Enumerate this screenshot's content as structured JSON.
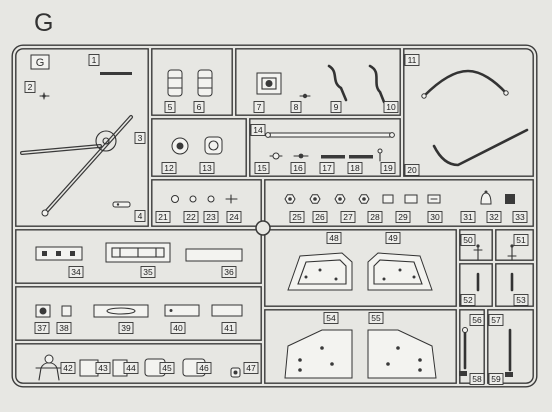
{
  "title": "G",
  "sprue_label": "G",
  "parts": [
    "1",
    "2",
    "3",
    "4",
    "5",
    "6",
    "7",
    "8",
    "9",
    "10",
    "11",
    "12",
    "13",
    "14",
    "15",
    "16",
    "17",
    "18",
    "19",
    "20",
    "21",
    "22",
    "23",
    "24",
    "25",
    "26",
    "27",
    "28",
    "29",
    "30",
    "31",
    "32",
    "33",
    "34",
    "35",
    "36",
    "37",
    "38",
    "39",
    "40",
    "41",
    "42",
    "43",
    "44",
    "45",
    "46",
    "47",
    "48",
    "49",
    "50",
    "51",
    "52",
    "53",
    "54",
    "55",
    "56",
    "57",
    "58",
    "59"
  ],
  "colors": {
    "ink": "#333333",
    "paper": "#e7e7e3"
  }
}
